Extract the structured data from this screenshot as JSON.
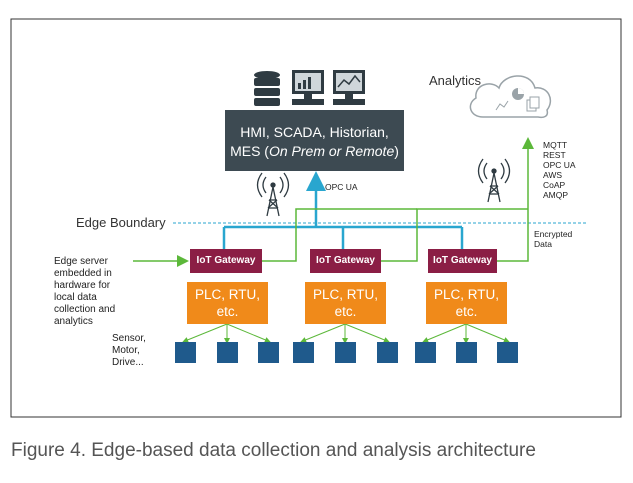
{
  "hmi": {
    "line1": "HMI, SCADA, Historian,",
    "line2_prefix": "MES (",
    "line2_italic": "On Prem or Remote",
    "line2_suffix": ")"
  },
  "analytics": {
    "label": "Analytics"
  },
  "protocols": [
    "MQTT",
    "REST",
    "OPC UA",
    "AWS",
    "CoAP",
    "AMQP"
  ],
  "opc_ua_label": "OPC UA",
  "edge_boundary": "Edge Boundary",
  "encrypted_data": [
    "Encrypted",
    "Data"
  ],
  "edge_server_text": [
    "Edge server",
    "embedded in",
    "hardware for",
    "local data",
    "collection and",
    "analytics"
  ],
  "gateways": [
    {
      "label": "IoT Gateway"
    },
    {
      "label": "IoT Gateway"
    },
    {
      "label": "IoT Gateway"
    }
  ],
  "plcs": [
    {
      "line1": "PLC, RTU,",
      "line2": "etc."
    },
    {
      "line1": "PLC, RTU,",
      "line2": "etc."
    },
    {
      "line1": "PLC, RTU,",
      "line2": "etc."
    }
  ],
  "devices_label": [
    "Sensor,",
    "Motor,",
    "Drive..."
  ],
  "caption": "Figure 4. Edge-based data collection and analysis architecture",
  "colors": {
    "hmi_box": "#3d4a52",
    "gateway": "#8b1e45",
    "plc": "#f08a1a",
    "device": "#1f5a8c",
    "link_blue": "#29a6cf",
    "link_green": "#5cb83a",
    "boundary": "#29a6cf"
  }
}
